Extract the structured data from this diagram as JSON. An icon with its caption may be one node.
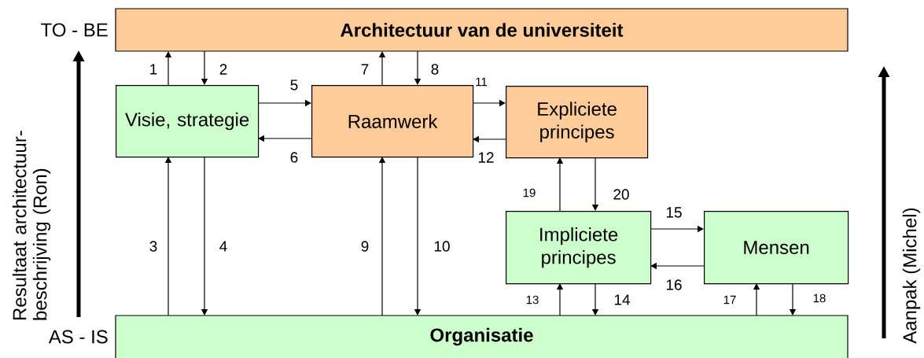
{
  "diagram": {
    "nodes": [
      {
        "text": [
          "**Architectuur van de universiteit**"
        ]
      },
      {
        "text": [
          "Visie, strategie"
        ]
      },
      {
        "text": [
          "Raamwerk"
        ]
      },
      {
        "text": [
          "Expliciete principes"
        ]
      },
      {
        "text": [
          "Impliciete principes"
        ]
      },
      {
        "text": [
          "Mensen"
        ]
      },
      {
        "text": [
          "**Organisatie**"
        ]
      }
    ],
    "edges": [
      {
        "from": 1,
        "to": 0,
        "arrow": "to",
        "label": "1"
      },
      {
        "from": 0,
        "to": 1,
        "arrow": "to",
        "label": "2"
      },
      {
        "from": 6,
        "to": 1,
        "arrow": "to",
        "label": "3"
      },
      {
        "from": 1,
        "to": 6,
        "arrow": "to",
        "label": "4"
      },
      {
        "from": 1,
        "to": 2,
        "arrow": "to",
        "label": "5"
      },
      {
        "from": 2,
        "to": 1,
        "arrow": "to",
        "label": "6"
      },
      {
        "from": 2,
        "to": 0,
        "arrow": "to",
        "label": "7"
      },
      {
        "from": 0,
        "to": 2,
        "arrow": "to",
        "label": "8"
      },
      {
        "from": 6,
        "to": 2,
        "arrow": "to",
        "label": "9"
      },
      {
        "from": 2,
        "to": 6,
        "arrow": "to",
        "label": "10"
      },
      {
        "from": 2,
        "to": 3,
        "arrow": "to",
        "label": "11"
      },
      {
        "from": 3,
        "to": 2,
        "arrow": "to",
        "label": "12"
      },
      {
        "from": 6,
        "to": 4,
        "arrow": "to",
        "label": "13"
      },
      {
        "from": 4,
        "to": 6,
        "arrow": "to",
        "label": "14"
      },
      {
        "from": 4,
        "to": 5,
        "arrow": "to",
        "label": "15"
      },
      {
        "from": 5,
        "to": 4,
        "arrow": "to",
        "label": "16"
      },
      {
        "from": 6,
        "to": 5,
        "arrow": "to",
        "label": "17"
      },
      {
        "from": 5,
        "to": 6,
        "arrow": "to",
        "label": "18"
      },
      {
        "from": 4,
        "to": 3,
        "arrow": "to",
        "label": "19"
      },
      {
        "from": 3,
        "to": 4,
        "arrow": "to",
        "label": "20"
      }
    ],
    "labels": [
      "TO - BE",
      "AS - IS",
      "Resultaat architectuur- beschrijving (Ron)",
      "Aanpak (Michel)"
    ]
  }
}
